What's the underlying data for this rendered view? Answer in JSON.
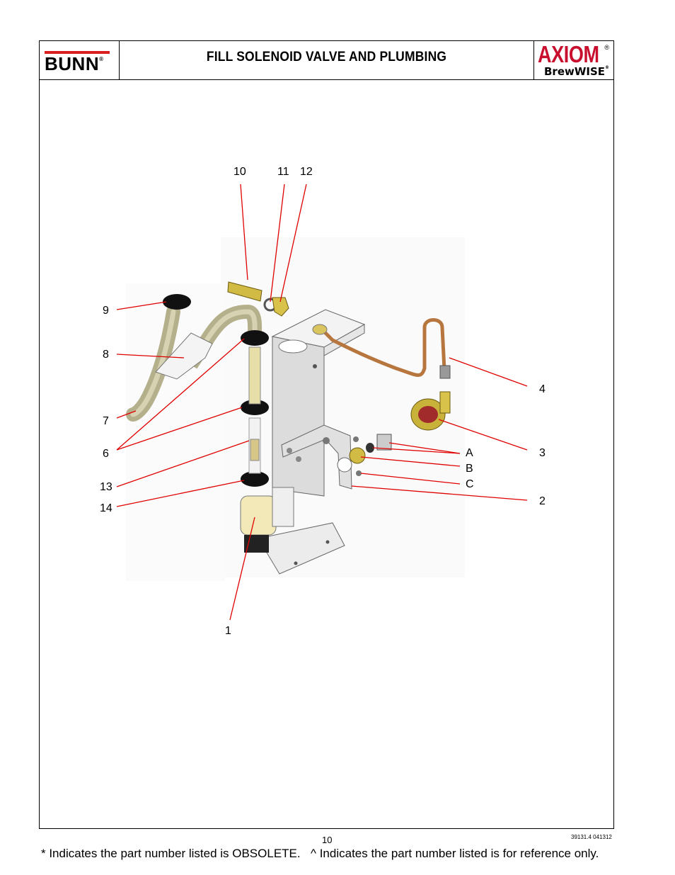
{
  "header": {
    "brand_logo": "BUNN",
    "brand_reg": "®",
    "title": "FILL SOLENOID VALVE AND PLUMBING",
    "product_logo": "AXIOM",
    "product_reg": "®",
    "product_sub": "BrewWISE",
    "product_sub_reg": "®"
  },
  "callouts": {
    "c10": "10",
    "c11": "11",
    "c12": "12",
    "c9": "9",
    "c8": "8",
    "c7": "7",
    "c6": "6",
    "c13": "13",
    "c14": "14",
    "c4": "4",
    "c3": "3",
    "c2": "2",
    "c1": "1",
    "cA": "A",
    "cB": "B",
    "cC": "C"
  },
  "footer": {
    "page_number": "10",
    "doc_number": "39131.4 041312",
    "note_obsolete": "* Indicates the part number listed is OBSOLETE.",
    "note_reference": "^ Indicates the part number listed is for reference only."
  },
  "colors": {
    "leader_line": "#e00000",
    "brand_red": "#c8102e",
    "copper": "#c4834f",
    "brass": "#d8c24a",
    "hose": "#b9b48f"
  }
}
